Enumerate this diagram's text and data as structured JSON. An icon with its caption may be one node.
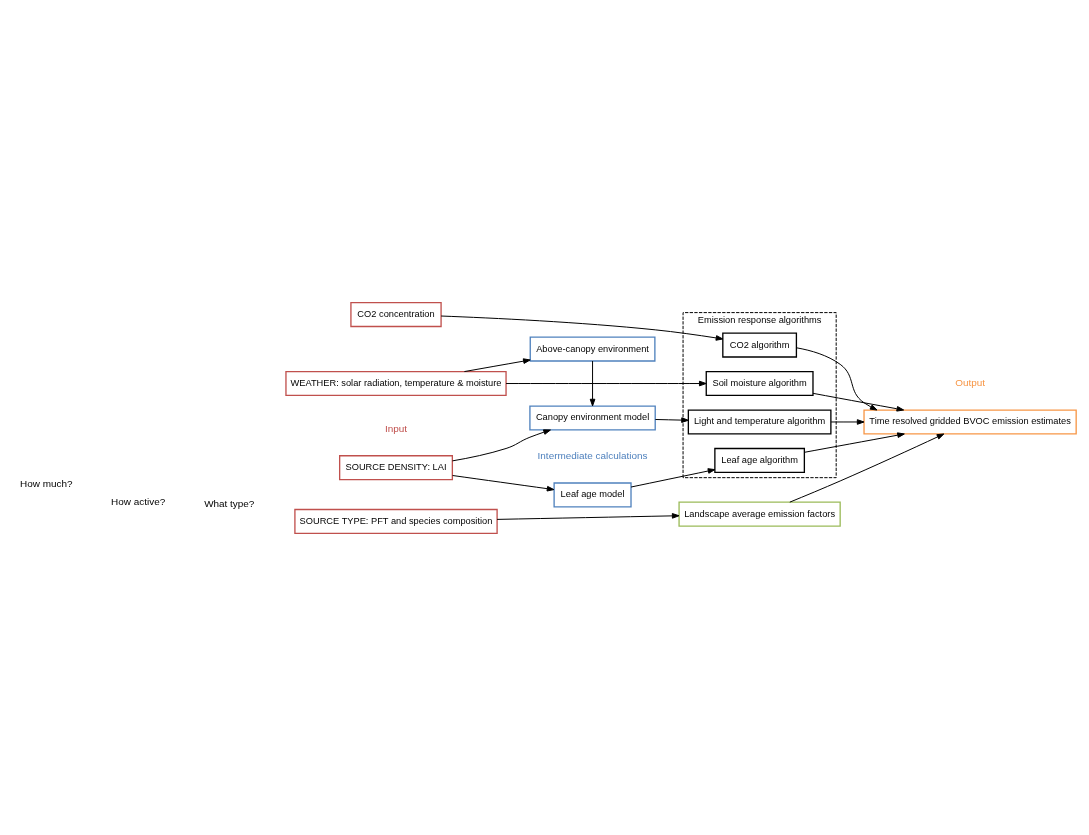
{
  "diagram": {
    "nodes": [
      {
        "text": [
          "SOURCE DENSITY: LAI"
        ]
      },
      {
        "text": [
          "Leaf age model"
        ]
      },
      {
        "text": [
          "Emission response algorithms"
        ]
      },
      {
        "text": [
          "Leaf age algorithm"
        ],
        "in": 2
      },
      {
        "text": [
          "Canopy environment model"
        ]
      },
      {
        "text": [
          "Light and temperature algorithm"
        ],
        "in": 2
      },
      {
        "text": [
          "WEATHER: solar radiation, temperature & moisture"
        ]
      },
      {
        "text": [
          "Time resolved gridded BVOC emission estimates"
        ]
      },
      {
        "text": [
          "Above-canopy environment"
        ]
      },
      {
        "text": [
          "CO2 concentration"
        ]
      },
      {
        "text": [
          "Soil moisture algorithm"
        ],
        "in": 2
      },
      {
        "text": [
          "CO2 algorithm"
        ],
        "in": 2
      },
      {
        "text": [
          "SOURCE TYPE: PFT and species composition"
        ]
      },
      {
        "text": [
          "Landscape average emission factors"
        ]
      }
    ],
    "edges": [
      {
        "from": 0,
        "to": 1,
        "arrow": "to"
      },
      {
        "from": 0,
        "to": 4,
        "arrow": "to"
      },
      {
        "from": 1,
        "to": 3,
        "arrow": "to"
      },
      {
        "from": 4,
        "to": 5,
        "arrow": "to"
      },
      {
        "from": 6,
        "to": 8,
        "arrow": "to"
      },
      {
        "from": 8,
        "to": 4,
        "arrow": "to"
      },
      {
        "from": 6,
        "to": 10,
        "arrow": "to"
      },
      {
        "from": 9,
        "to": 11,
        "arrow": "to"
      },
      {
        "from": 12,
        "to": 13,
        "arrow": "to"
      },
      {
        "from": 3,
        "to": 7,
        "arrow": "to"
      },
      {
        "from": 5,
        "to": 7,
        "arrow": "to"
      },
      {
        "from": 10,
        "to": 7,
        "arrow": "to"
      },
      {
        "from": 11,
        "to": 7,
        "arrow": "to"
      },
      {
        "from": 13,
        "to": 7,
        "arrow": "to"
      }
    ],
    "labels": [
      "Input",
      "Intermediate calculations",
      "Output",
      "How much?",
      "How active?",
      "What type?"
    ]
  }
}
